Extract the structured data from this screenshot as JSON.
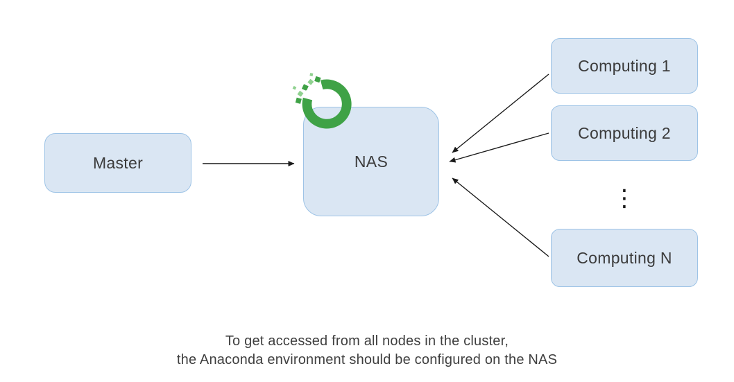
{
  "diagram": {
    "nodes": {
      "master": "Master",
      "nas": "NAS",
      "computing1": "Computing 1",
      "computing2": "Computing 2",
      "computingN": "Computing N"
    },
    "ellipsis": "⋮",
    "caption": {
      "line1": "To get accessed from all nodes in the cluster,",
      "line2": "the Anaconda environment should be configured on the NAS"
    },
    "icons": {
      "anaconda_logo": "anaconda-logo"
    },
    "colors": {
      "node_fill": "#dae6f3",
      "node_border": "#9dc3e6",
      "anaconda_green": "#3fa246",
      "anaconda_green_light": "#8fd18f",
      "arrow": "#1a1a1a",
      "text": "#3b3b3b"
    }
  }
}
